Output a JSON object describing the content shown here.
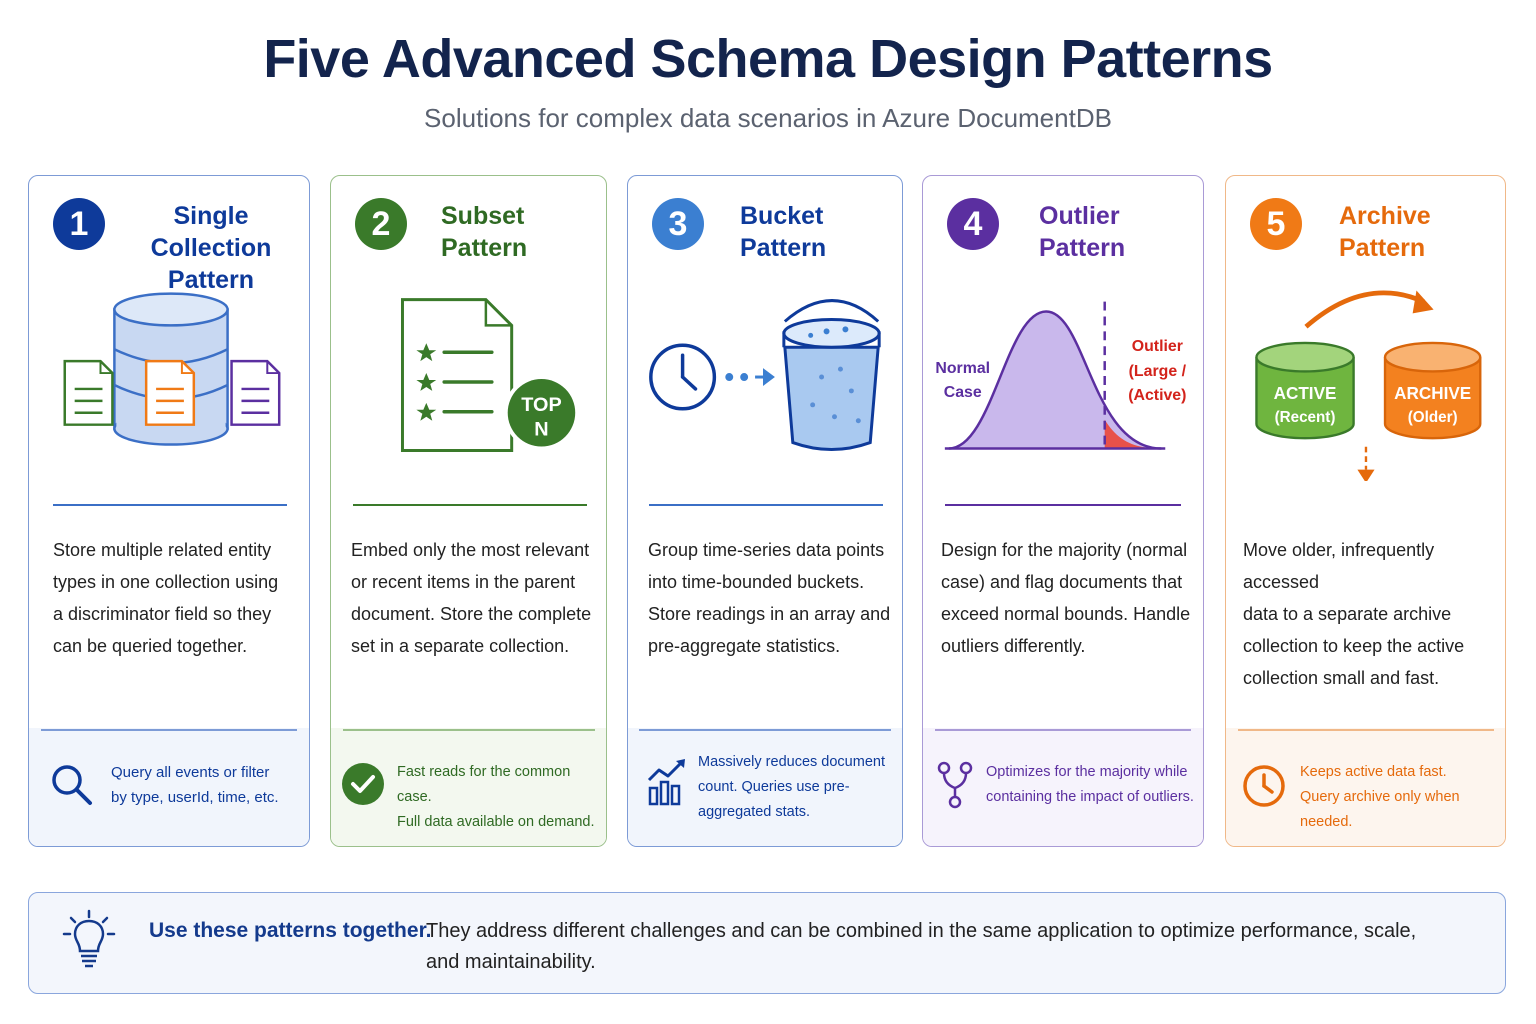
{
  "header": {
    "title": "Five Advanced Schema Design Patterns",
    "subtitle": "Solutions for complex data scenarios in Azure DocumentDB"
  },
  "colors": {
    "navy": "#13244d",
    "blue": "#0e3a9a",
    "green": "#3a7a2a",
    "lightblue": "#3b7fd1",
    "purple": "#5b2fa0",
    "orange": "#f07a16"
  },
  "cards": [
    {
      "number": "1",
      "name_line1": "Single Collection",
      "name_line2": "Pattern",
      "icon": "database-documents-icon",
      "desc": [
        "Store multiple related entity",
        "types in one collection using",
        "a discriminator field so they",
        "can be queried together."
      ],
      "footer_icon": "search-icon",
      "footer": [
        "Query all events or filter",
        "by type, userId, time, etc."
      ]
    },
    {
      "number": "2",
      "name_line1": "Subset",
      "name_line2": "Pattern",
      "icon": "document-top-n-icon",
      "badge_line1": "TOP",
      "badge_line2": "N",
      "desc": [
        "Embed only the most relevant",
        "or recent items in the parent",
        "document. Store the complete",
        "set in a separate collection."
      ],
      "footer_icon": "checkmark-icon",
      "footer": [
        "Fast reads for the common case.",
        "Full data available on demand."
      ]
    },
    {
      "number": "3",
      "name_line1": "Bucket",
      "name_line2": "Pattern",
      "icon": "clock-bucket-icon",
      "desc": [
        "Group time-series data points",
        "into time-bounded buckets.",
        "Store readings in an array and",
        "pre-aggregate statistics."
      ],
      "footer_icon": "bar-chart-icon",
      "footer": [
        "Massively reduces document",
        "count. Queries use pre-",
        "aggregated stats."
      ]
    },
    {
      "number": "4",
      "name_line1": "Outlier",
      "name_line2": "Pattern",
      "icon": "bell-curve-icon",
      "normal_line1": "Normal",
      "normal_line2": "Case",
      "outlier_line1": "Outlier",
      "outlier_line2": "(Large /",
      "outlier_line3": "(Active)",
      "desc": [
        "Design for the majority (normal",
        "case) and flag documents that",
        "exceed normal bounds. Handle",
        "outliers differently."
      ],
      "footer_icon": "branch-icon",
      "footer": [
        "Optimizes for the majority while",
        "containing the impact of outliers."
      ]
    },
    {
      "number": "5",
      "name_line1": "Archive",
      "name_line2": "Pattern",
      "icon": "archive-move-icon",
      "active_line1": "ACTIVE",
      "active_line2": "(Recent)",
      "archive_line1": "ARCHIVE",
      "archive_line2": "(Older)",
      "desc": [
        "Move older, infrequently accessed",
        "data to a separate archive",
        "collection to keep the active",
        "collection small and fast."
      ],
      "footer_icon": "clock-icon",
      "footer": [
        "Keeps active data fast.",
        "Query archive only when needed."
      ]
    }
  ],
  "callout": {
    "icon": "lightbulb-icon",
    "lead": "Use these patterns together.",
    "rest_line1": "They address different challenges and can be combined in the same application to optimize performance, scale,",
    "rest_line2": "and maintainability."
  }
}
